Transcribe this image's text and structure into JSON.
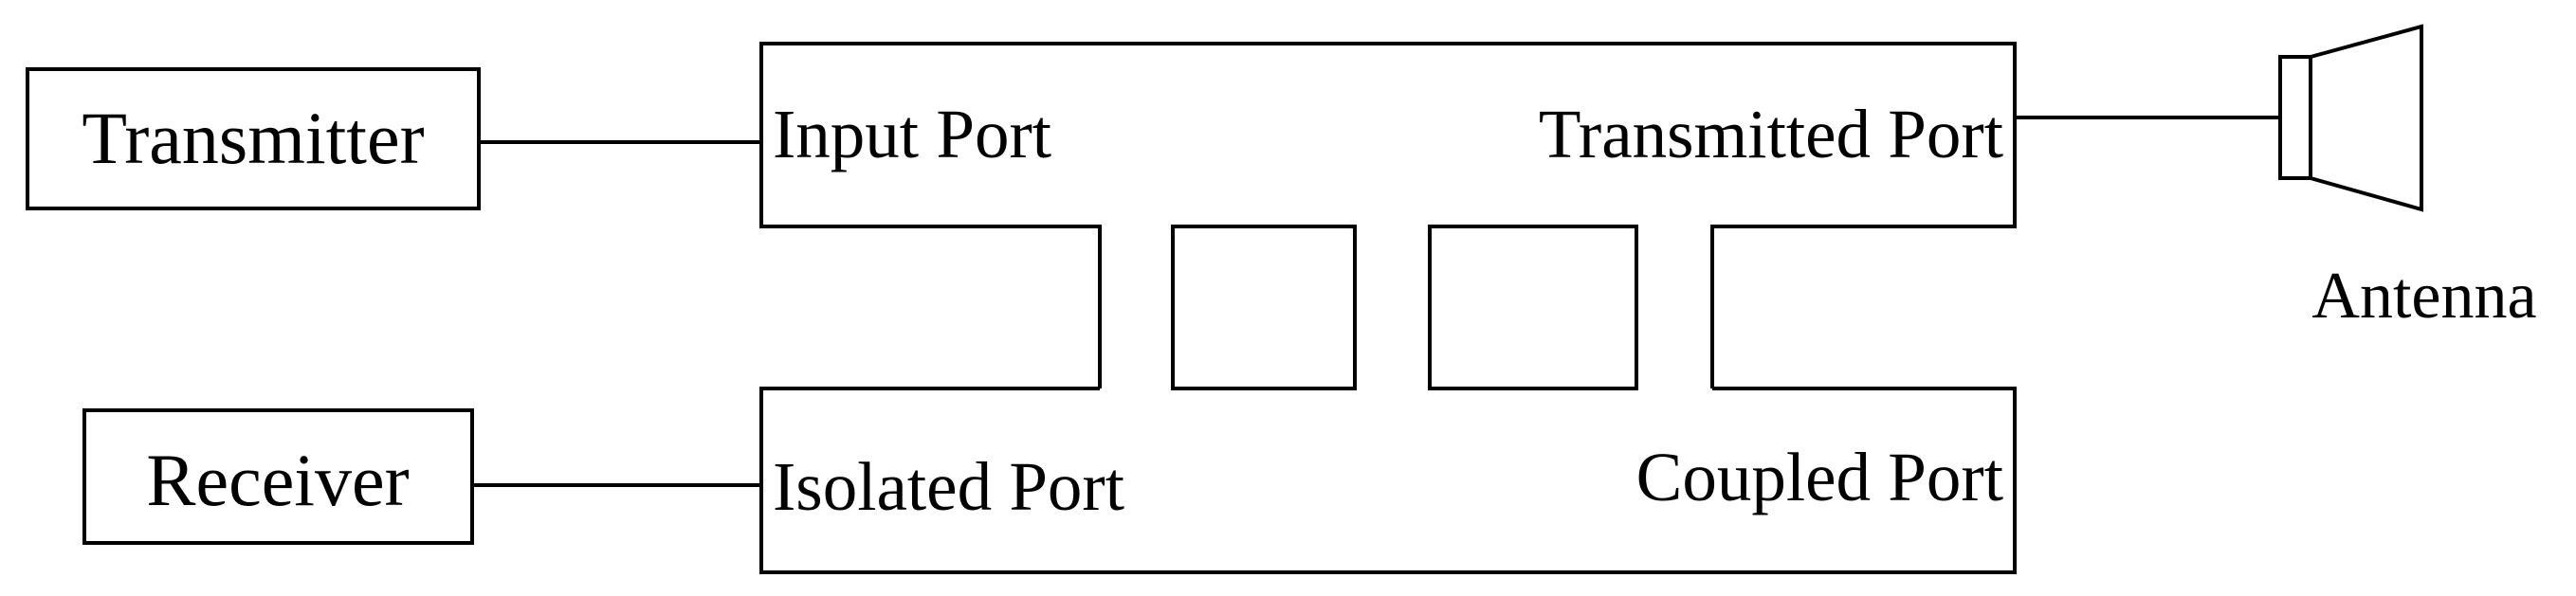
{
  "diagram": {
    "nodes": {
      "transmitter": "Transmitter",
      "receiver": "Receiver",
      "antenna": "Antenna"
    },
    "ports": {
      "input": "Input Port",
      "transmitted": "Transmitted Port",
      "isolated": "Isolated Port",
      "coupled": "Coupled Port"
    },
    "connections": [
      {
        "from": "Transmitter",
        "to": "Input Port"
      },
      {
        "from": "Transmitted Port",
        "to": "Antenna"
      },
      {
        "from": "Receiver",
        "to": "Isolated Port"
      }
    ],
    "colors": {
      "line": "#000000",
      "background": "#ffffff"
    }
  }
}
